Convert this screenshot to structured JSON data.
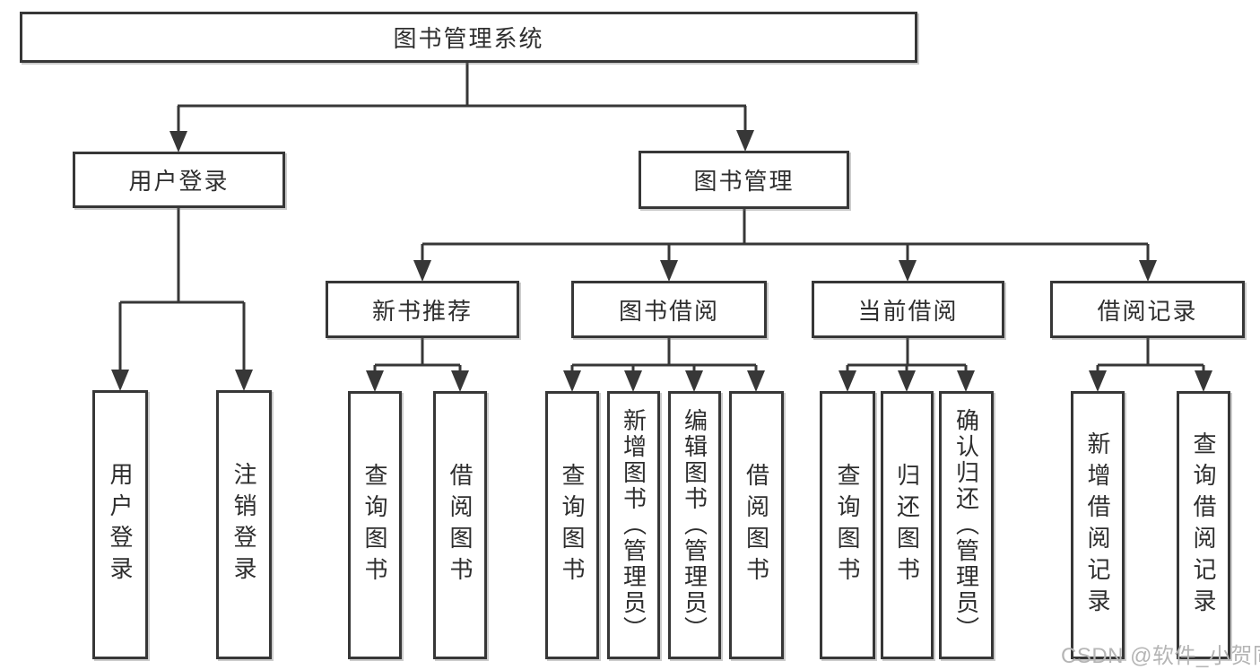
{
  "diagram": {
    "root": {
      "label": "图书管理系统",
      "children": [
        {
          "label": "用户登录",
          "children": [
            {
              "label": "用户登录"
            },
            {
              "label": "注销登录"
            }
          ]
        },
        {
          "label": "图书管理",
          "children": [
            {
              "label": "新书推荐",
              "children": [
                {
                  "label": "查询图书"
                },
                {
                  "label": "借阅图书"
                }
              ]
            },
            {
              "label": "图书借阅",
              "children": [
                {
                  "label": "查询图书"
                },
                {
                  "label": "新增图书（管理员）"
                },
                {
                  "label": "编辑图书（管理员）"
                },
                {
                  "label": "借阅图书"
                }
              ]
            },
            {
              "label": "当前借阅",
              "children": [
                {
                  "label": "查询图书"
                },
                {
                  "label": "归还图书"
                },
                {
                  "label": "确认归还（管理员）"
                }
              ]
            },
            {
              "label": "借阅记录",
              "children": [
                {
                  "label": "新增借阅记录"
                },
                {
                  "label": "查询借阅记录"
                }
              ]
            }
          ]
        }
      ]
    }
  },
  "watermark": {
    "text": "CSDN @软件_小贺同学"
  },
  "colors": {
    "line": "#373737",
    "text": "#2e2e2e",
    "watermark": "#b5b5b5",
    "background": "#ffffff"
  }
}
